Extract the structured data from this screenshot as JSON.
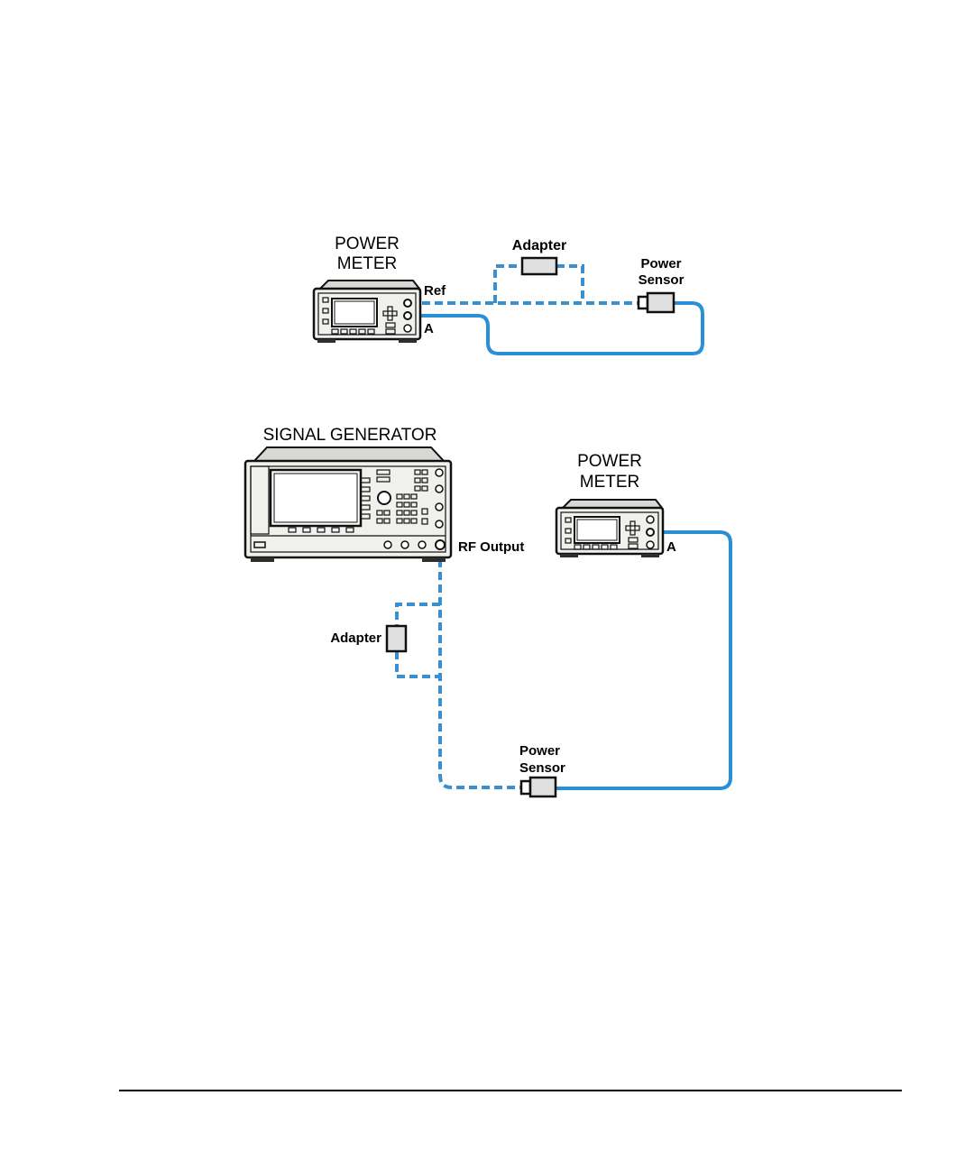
{
  "colors": {
    "cable": "#2a8fd6",
    "cable_dashed": "#3a8fcf",
    "device_body": "#f0f0ec",
    "device_dark": "#2e2e2e",
    "screen": "#ffffff"
  },
  "diagram_top": {
    "power_meter_label_line1": "POWER",
    "power_meter_label_line2": "METER",
    "port_ref_label": "Ref",
    "port_a_label": "A",
    "adapter_label": "Adapter",
    "sensor_label_line1": "Power",
    "sensor_label_line2": "Sensor"
  },
  "diagram_bottom": {
    "signal_generator_label": "SIGNAL GENERATOR",
    "rf_output_label": "RF Output",
    "power_meter_label_line1": "POWER",
    "power_meter_label_line2": "METER",
    "port_a_label": "A",
    "adapter_label": "Adapter",
    "sensor_label_line1": "Power",
    "sensor_label_line2": "Sensor"
  }
}
